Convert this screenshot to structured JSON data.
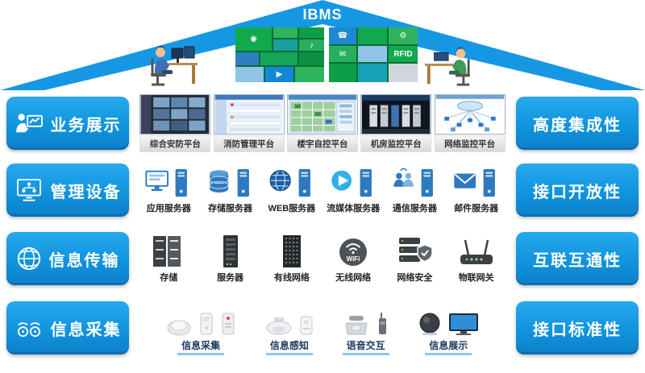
{
  "title": "IBMS",
  "colors": {
    "primary_blue": "#1697e4"
  },
  "icons": {
    "camera_glyph": "◉",
    "phone_glyph": "☎",
    "note_glyph": "♪",
    "gear_glyph": "⚙",
    "play_glyph": "▶",
    "mail_glyph": "✉"
  },
  "roof": {
    "rfid_tile_label": "RFID"
  },
  "rows": [
    {
      "left_label": "业务展示",
      "right_label": "高度集成性",
      "items": [
        {
          "label": "综合安防平台"
        },
        {
          "label": "消防管理平台"
        },
        {
          "label": "楼宇自控平台"
        },
        {
          "label": "机房监控平台"
        },
        {
          "label": "网络监控平台"
        }
      ]
    },
    {
      "left_label": "管理设备",
      "right_label": "接口开放性",
      "items": [
        {
          "label": "应用服务器"
        },
        {
          "label": "存储服务器"
        },
        {
          "label": "WEB服务器"
        },
        {
          "label": "流媒体服务器"
        },
        {
          "label": "通信服务器"
        },
        {
          "label": "邮件服务器"
        }
      ]
    },
    {
      "left_label": "信息传输",
      "right_label": "互联互通性",
      "items": [
        {
          "label": "存储"
        },
        {
          "label": "服务器"
        },
        {
          "label": "有线网络"
        },
        {
          "label": "无线网络",
          "icon_text": "WiFi"
        },
        {
          "label": "网络安全"
        },
        {
          "label": "物联网关"
        }
      ]
    },
    {
      "left_label": "信息采集",
      "right_label": "接口标准性",
      "items": [
        {
          "label": "信息采集"
        },
        {
          "label": "信息感知"
        },
        {
          "label": "语音交互"
        },
        {
          "label": "信息展示"
        }
      ]
    }
  ]
}
